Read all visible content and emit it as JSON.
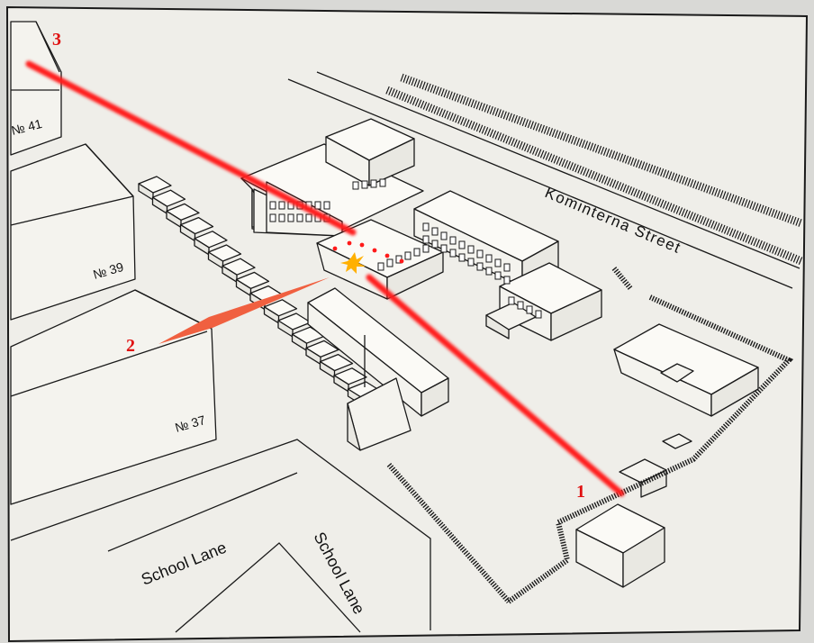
{
  "labels": {
    "house_41": "№ 41",
    "house_39": "№ 39",
    "house_37": "№ 37",
    "street": "Kominterna Street",
    "lane_1": "School Lane",
    "lane_2": "School Lane"
  },
  "markers": {
    "m1": "1",
    "m2": "2",
    "m3": "3"
  },
  "colors": {
    "line_of_fire": "#ff1a1a",
    "arrow": "#f06040",
    "marker_text": "#e01010",
    "flash": "#ffb000"
  }
}
